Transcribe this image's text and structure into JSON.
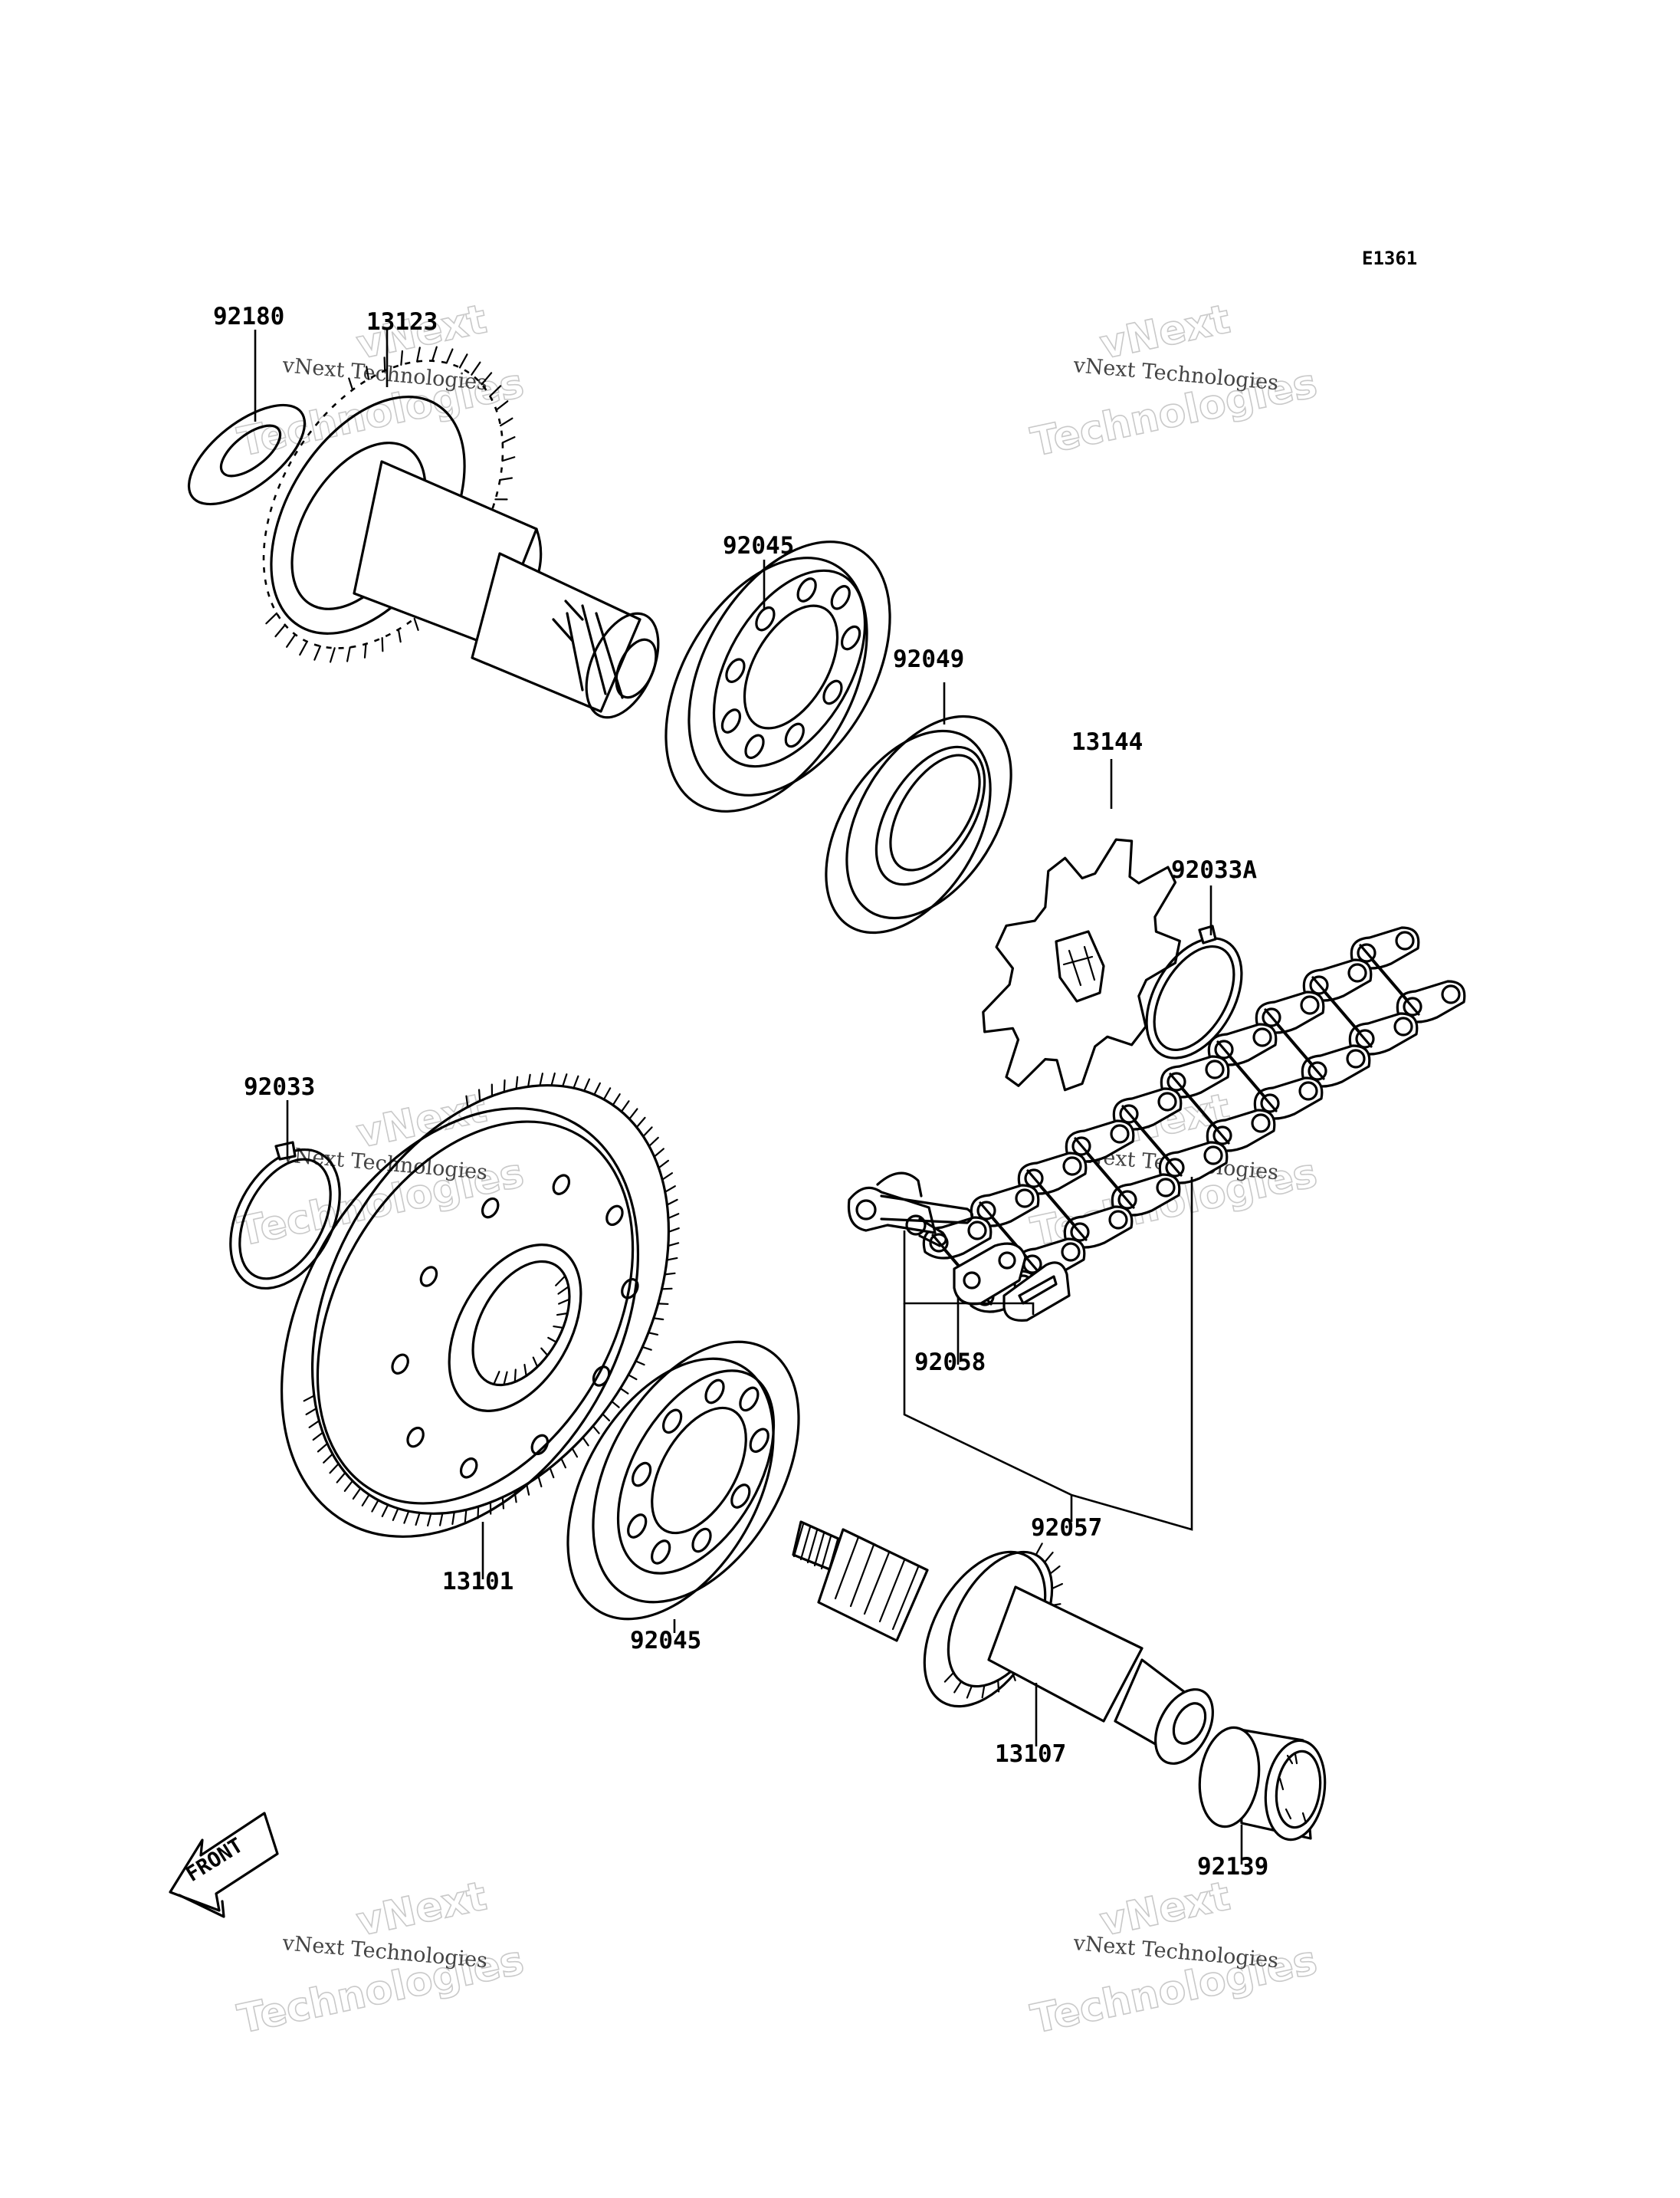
{
  "diagram": {
    "ref_code": "E1361",
    "front_label": "FRONT",
    "parts": [
      "92180",
      "13123",
      "92045",
      "92049",
      "13144",
      "92033A",
      "92033",
      "13101",
      "92045",
      "92058",
      "92057",
      "13107",
      "92139"
    ],
    "watermark": {
      "line1": "vNext",
      "line2": "Technologies",
      "caption": "vNext Technologies"
    }
  }
}
